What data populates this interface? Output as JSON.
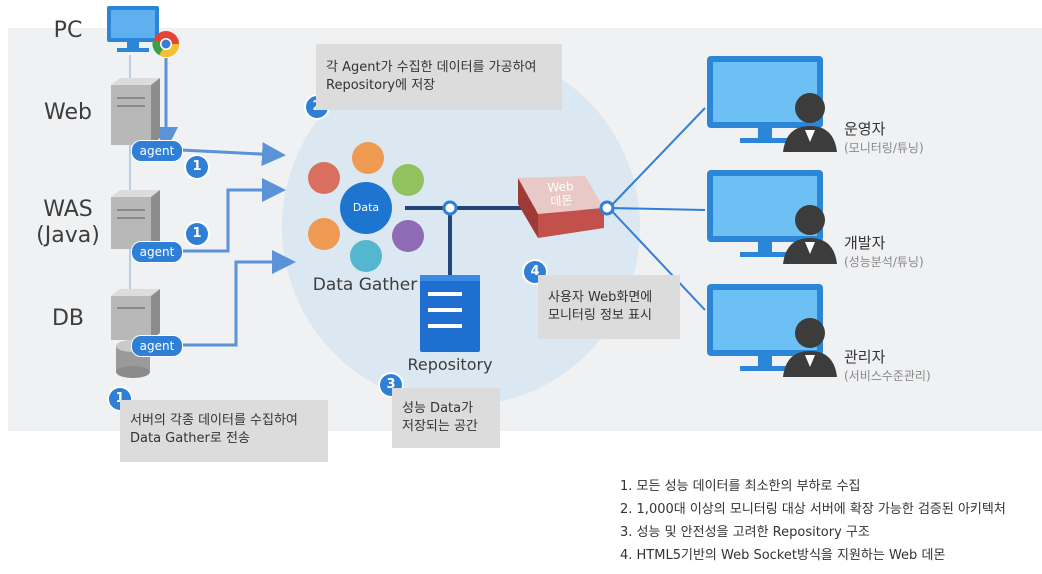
{
  "tiers": {
    "pc": "PC",
    "web": "Web",
    "was_line1": "WAS",
    "was_line2": "(Java)",
    "db": "DB"
  },
  "agents": [
    "agent",
    "agent",
    "agent"
  ],
  "step_numbers": [
    "1",
    "1",
    "1",
    "2",
    "3",
    "4"
  ],
  "notes": {
    "collect": {
      "line1": "서버의 각종 데이터를 수집하여",
      "line2": "Data Gather로 전송"
    },
    "process": {
      "line1": "각 Agent가 수집한 데이터를 가공하여",
      "line2": "Repository에 저장"
    },
    "store": {
      "line1": "성능 Data가",
      "line2": "저장되는 공간"
    },
    "display": {
      "line1": "사용자 Web화면에",
      "line2": "모니터링 정보 표시"
    }
  },
  "data_gather": {
    "center": "Data",
    "title": "Data Gather"
  },
  "repository": {
    "title": "Repository"
  },
  "web_demo": {
    "line1": "Web",
    "line2": "데몬"
  },
  "roles": [
    {
      "name": "운영자",
      "desc": "(모니터링/튜닝)"
    },
    {
      "name": "개발자",
      "desc": "(성능분석/튜닝)"
    },
    {
      "name": "관리자",
      "desc": "(서비스수준관리)"
    }
  ],
  "features": [
    "1.  모든 성능 데이터를 최소한의 부하로 수집",
    "2.  1,000대 이상의 모니터링 대상 서버에 확장 가능한 검증된 아키텍처",
    "3.  성능 및 안전성을 고려한 Repository 구조",
    "4.  HTML5기반의 Web Socket방식을 지원하는 Web 데몬"
  ],
  "colors": {
    "accent": "#2f7fd6",
    "band": "#f0f1f3",
    "circle": "#dbe8f1",
    "line": "#23467a",
    "petals": [
      "#d9705f",
      "#ef9a53",
      "#55b6cf",
      "#8e6bb4",
      "#92c25d",
      "#d9705f"
    ]
  },
  "icons": [
    "monitor-icon",
    "browser-icon",
    "server-icon",
    "database-icon",
    "repository-server-icon",
    "web-demon-box-icon",
    "user-icon"
  ]
}
